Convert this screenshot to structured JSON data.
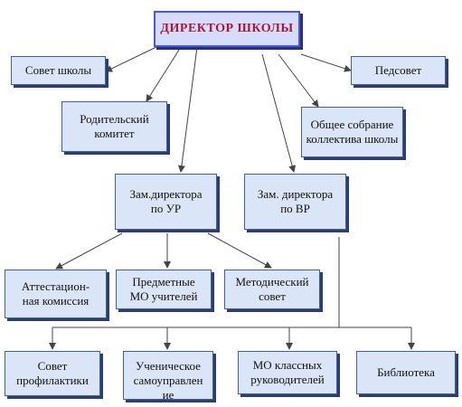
{
  "colors": {
    "box_fill": "#dbe5f8",
    "box_border": "#3f5ea8",
    "root_fill": "#d6dcff",
    "root_text": "#b0152d",
    "arrow": "#444444"
  },
  "nodes": {
    "director": "ДИРЕКТОР ШКОЛЫ",
    "school_council": "Совет школы",
    "teachers_council": "Педсовет",
    "parent_committee": "Родительский\nкомитет",
    "general_meeting": "Общее собрание\nколлектива школы",
    "deputy_ur": "Зам.директора\nпо УР",
    "deputy_vr": "Зам. директора\nпо ВР",
    "attestation": "Аттестацион-\nная комиссия",
    "subject_mo": "Предметные\nМО учителей",
    "methodical": "Методический\nсовет",
    "prevention": "Совет\nпрофилактики",
    "self_government": "Ученическое\nсамоуправлен\nие",
    "class_mo": "МО классных\nруководителей",
    "library": "Библиотека"
  }
}
